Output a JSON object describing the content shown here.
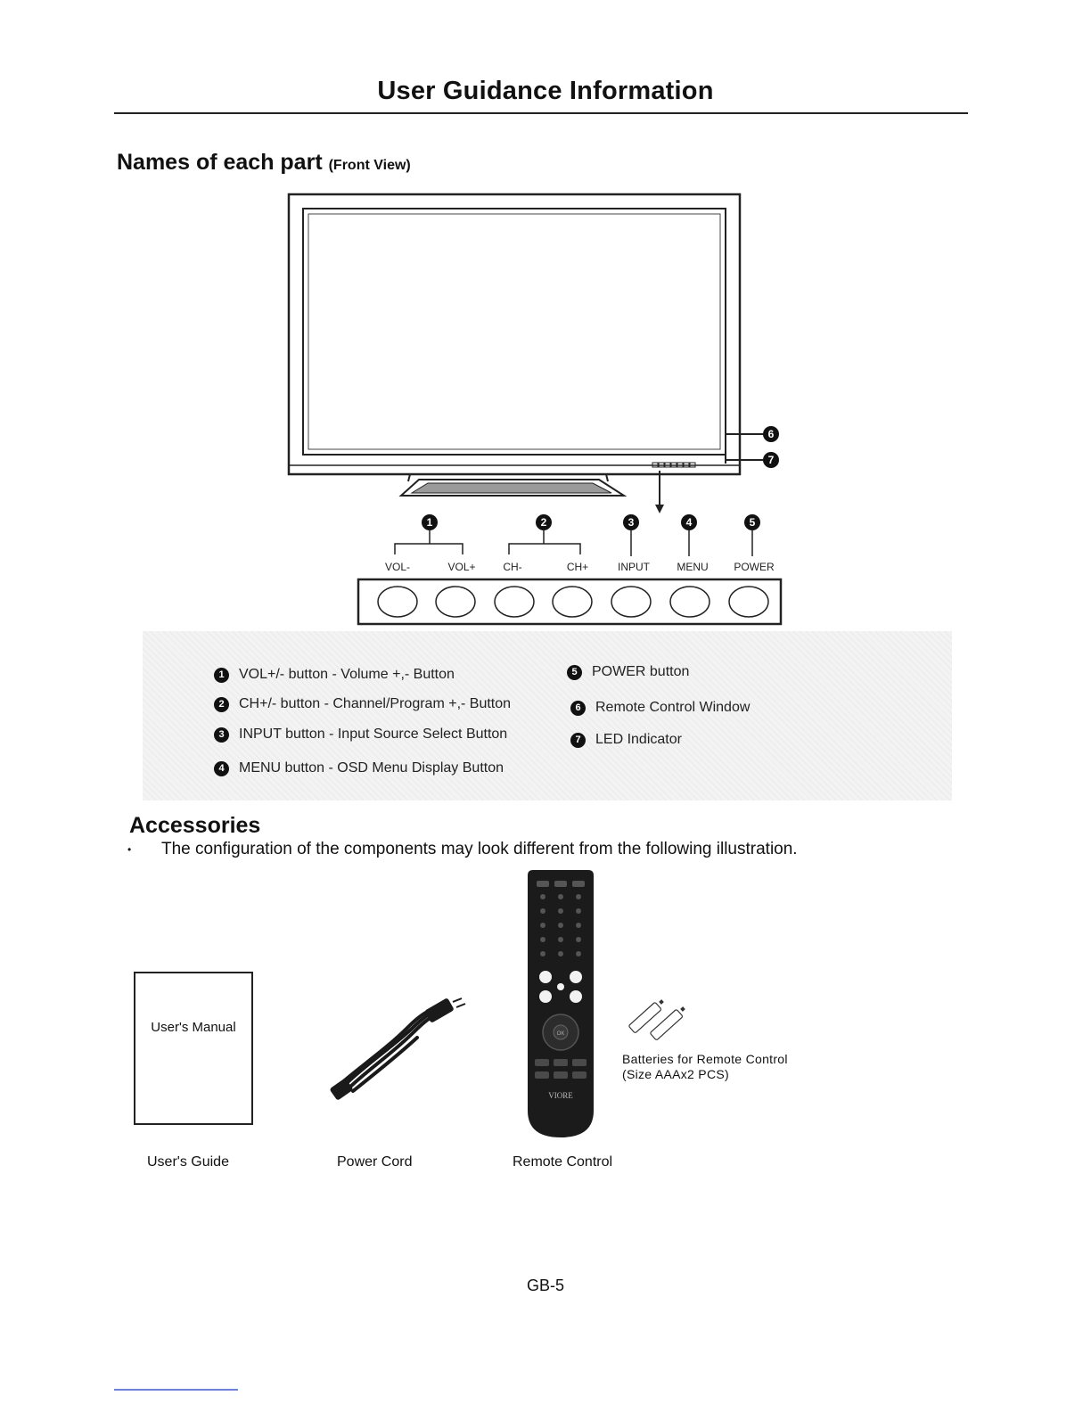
{
  "page_title": "User Guidance Information",
  "names_section": {
    "heading": "Names of each part",
    "subheading": "(Front View)"
  },
  "figure": {
    "button_labels": [
      "VOL-",
      "VOL+",
      "CH-",
      "CH+",
      "INPUT",
      "MENU",
      "POWER"
    ],
    "callout_numbers": [
      "1",
      "2",
      "3",
      "4",
      "5",
      "6",
      "7"
    ]
  },
  "legend": {
    "items": [
      {
        "num": "1",
        "text": "VOL+/- button - Volume +,- Button"
      },
      {
        "num": "2",
        "text": "CH+/- button - Channel/Program +,- Button"
      },
      {
        "num": "3",
        "text": "INPUT button - Input Source Select Button"
      },
      {
        "num": "4",
        "text": "MENU button - OSD Menu Display Button"
      },
      {
        "num": "5",
        "text": "POWER button"
      },
      {
        "num": "6",
        "text": "Remote Control Window"
      },
      {
        "num": "7",
        "text": "LED Indicator"
      }
    ]
  },
  "accessories": {
    "heading": "Accessories",
    "bullet": "•",
    "note": "The configuration of the components may look different from the following illustration.",
    "manual_box_label": "User's Manual",
    "remote_brand": "VIORE",
    "remote_ok": "OK",
    "batteries_label_line1": "Batteries for Remote Control",
    "batteries_label_line2": "(Size AAAx2 PCS)",
    "captions": {
      "users_guide": "User's Guide",
      "power_cord": "Power Cord",
      "remote_control": "Remote Control"
    }
  },
  "page_number": "GB-5"
}
